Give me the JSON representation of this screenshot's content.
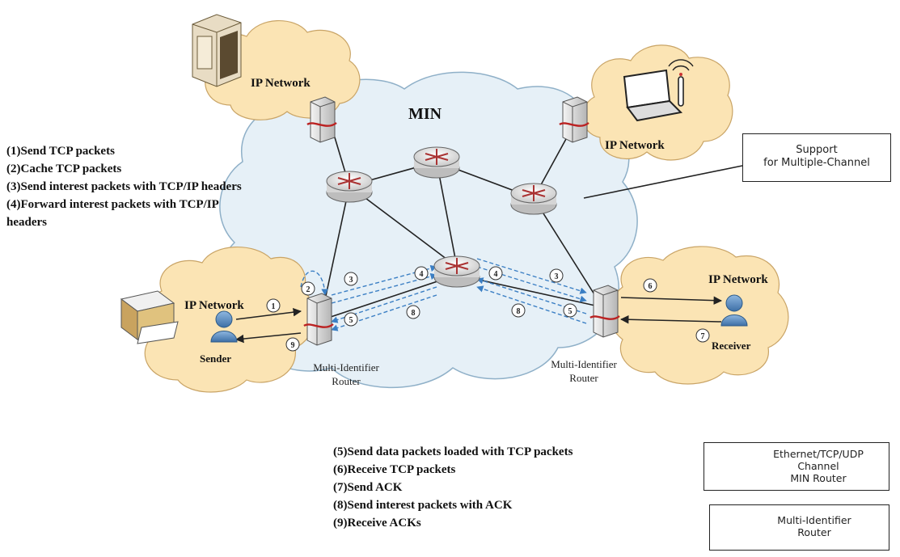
{
  "diagram": {
    "min_label": "MIN",
    "ip_network_label": "IP Network",
    "sender_label": "Sender",
    "receiver_label": "Receiver",
    "router_caption_line1": "Multi-Identifier",
    "router_caption_line2": "Router",
    "support_box": {
      "line1": "Support",
      "line2": "for Multiple-Channel"
    },
    "steps_top": [
      "(1)Send TCP packets",
      "(2)Cache TCP packets",
      "(3)Send interest packets with TCP/IP headers",
      "(4)Forward interest packets with TCP/IP",
      "headers"
    ],
    "steps_bottom": [
      "(5)Send data packets loaded with TCP packets",
      "(6)Receive TCP packets",
      "(7)Send ACK",
      "(8)Send interest packets with ACK",
      "(9)Receive ACKs"
    ],
    "step_markers": [
      "1",
      "2",
      "3",
      "4",
      "5",
      "6",
      "7",
      "8",
      "9"
    ],
    "legend": {
      "min_router": {
        "line1": "Ethernet/TCP/UDP",
        "line2": "Channel",
        "line3": "MIN Router"
      },
      "mir_router": {
        "line1": "Multi-Identifier",
        "line2": "Router"
      }
    },
    "colors": {
      "ip_cloud_fill": "#fbe4b4",
      "min_cloud_fill": "#e6f0f7",
      "arrow_blue": "#3b7fc4",
      "arrow_red": "#c0392b"
    },
    "icons": [
      "server-icon",
      "laptop-icon",
      "antenna-icon",
      "printer-icon",
      "user-icon",
      "router-icon"
    ]
  }
}
